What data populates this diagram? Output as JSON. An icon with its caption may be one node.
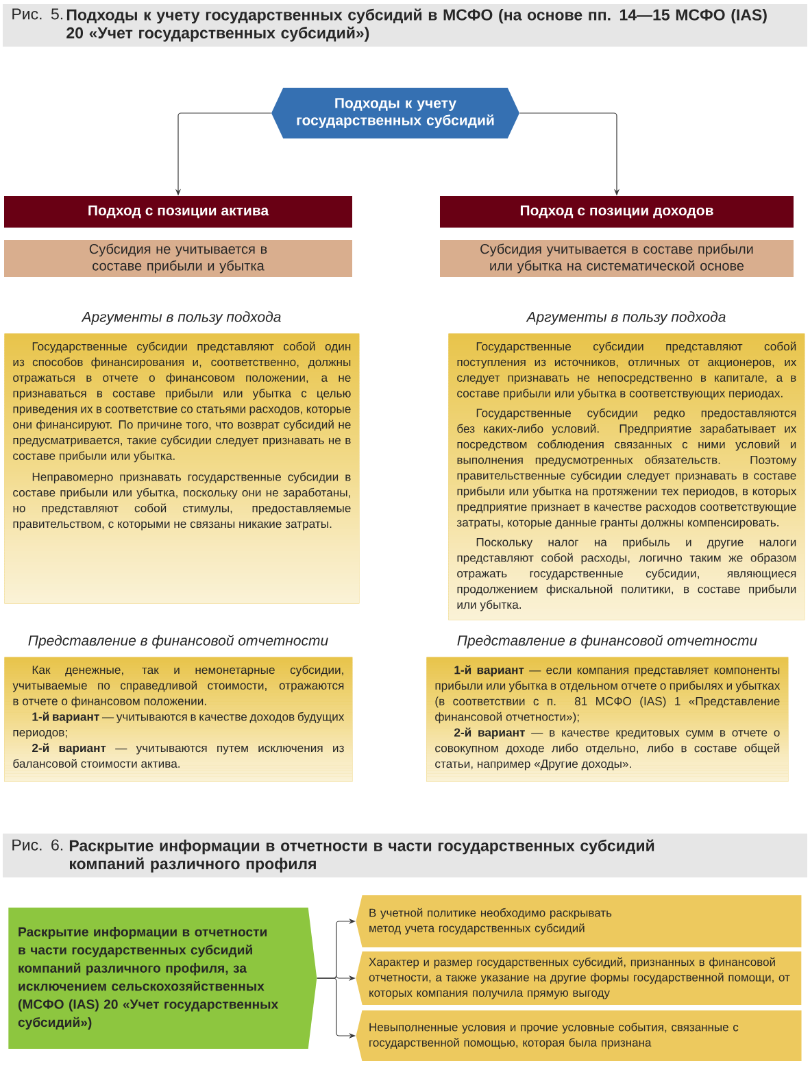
{
  "diagram": {
    "title": "Подходы к учету государственных субсидий в МСФО (на основе пп. 14—15 МСФО (IAS) 20 «Учет государственных субсидий»)",
    "nodes": [
      {
        "text": [
          "Подходы к учету государственных субсидий"
        ]
      },
      {
        "text": [
          "Подход с позиции актива"
        ]
      },
      {
        "text": [
          "Подход с позиции доходов"
        ]
      },
      {
        "text": [
          "Субсидия не учитывается в составе прибыли и убытка"
        ]
      },
      {
        "text": [
          "Субсидия учитывается в составе прибыли или убытка на систематической основе"
        ]
      },
      {
        "text": [
          "Аргументы в пользу подхода",
          "Государственные субсидии представляют собой один из способов финансирования и, соответственно, должны отражаться в отчете о финансовом положении, а не признаваться в составе прибыли или убытка с целью приведения их в соответствие со статьями расходов, которые они финансируют. По причине того, что возврат субсидий не предусматривается, такие субсидии следует признавать не в составе прибыли или убытка.",
          "Неправомерно признавать государственные субсидии в составе прибыли или убытка, поскольку они не заработаны, но представляют собой стимулы, предоставляемые правительством, с которыми не связаны никакие затраты."
        ]
      },
      {
        "text": [
          "Аргументы в пользу подхода",
          "Государственные субсидии представляют собой поступления из источников, отличных от акционеров, их следует признавать не непосредственно в капитале, а в составе прибыли или убытка в соответствующих периодах.",
          "Государственные субсидии редко предоставляются без каких-либо условий. Предприятие зарабатывает их посредством соблюдения связанных с ними условий и выполнения предусмотренных обязательств. Поэтому правительственные субсидии следует признавать в составе прибыли или убытка на протяжении тех периодов, в которых предприятие признает в качестве расходов соответствующие затраты, которые данные гранты должны компенсировать.",
          "Поскольку налог на прибыль и другие налоги представляют собой расходы, логично таким же образом отражать государственные субсидии, являющиеся продолжением фискальной политики, в составе прибыли или убытка."
        ]
      },
      {
        "text": [
          "Представление в финансовой отчетности",
          "Как денежные, так и немонетарные субсидии, учитываемые по справедливой стоимости, отражаются в отчете о финансовом положении.",
          "**1-й вариант** — учитываются в качестве доходов будущих периодов;",
          "**2-й вариант** — учитываются путем исключения из балансовой стоимости актива."
        ]
      },
      {
        "text": [
          "Представление в финансовой отчетности",
          "**1-й вариант** — если компания представляет компоненты прибыли или убытка в отдельном отчете о прибылях и убытках (в соответствии с п. 81 МСФО (IAS) 1 «Представление финансовой отчетности»);",
          "**2-й вариант** — в качестве кредитовых сумм в отчете о совокупном доходе либо отдельно, либо в составе общей статьи, например «Другие доходы»."
        ]
      },
      {
        "text": [
          "Раскрытие информации в отчетности в части государственных субсидий компаний различного профиля, за исключением сельскохозяйственных (МСФО (IAS) 20 «Учет государственных субсидий»)"
        ]
      },
      {
        "text": [
          "В учетной политике необходимо раскрывать метод учета государственных субсидий"
        ]
      },
      {
        "text": [
          "Характер и размер государственных субсидий, признанных в финансовой отчетности, а также указание на другие формы государственной помощи, от которых компания получила прямую выгоду"
        ]
      },
      {
        "text": [
          "Невыполненные условия и прочие условные события, связанные с государственной помощью, которая была признана"
        ]
      }
    ],
    "edges": [
      {
        "from": 0,
        "to": 1,
        "arrow": "to"
      },
      {
        "from": 0,
        "to": 2,
        "arrow": "to"
      },
      {
        "from": 9,
        "to": 10,
        "arrow": "to"
      },
      {
        "from": 9,
        "to": 11,
        "arrow": "to"
      },
      {
        "from": 9,
        "to": 12,
        "arrow": "to"
      }
    ],
    "labels": [
      "Рис. 5.",
      "Рис. 6.",
      "Раскрытие информации в отчетности в части государственных субсидий компаний различного профиля"
    ]
  }
}
